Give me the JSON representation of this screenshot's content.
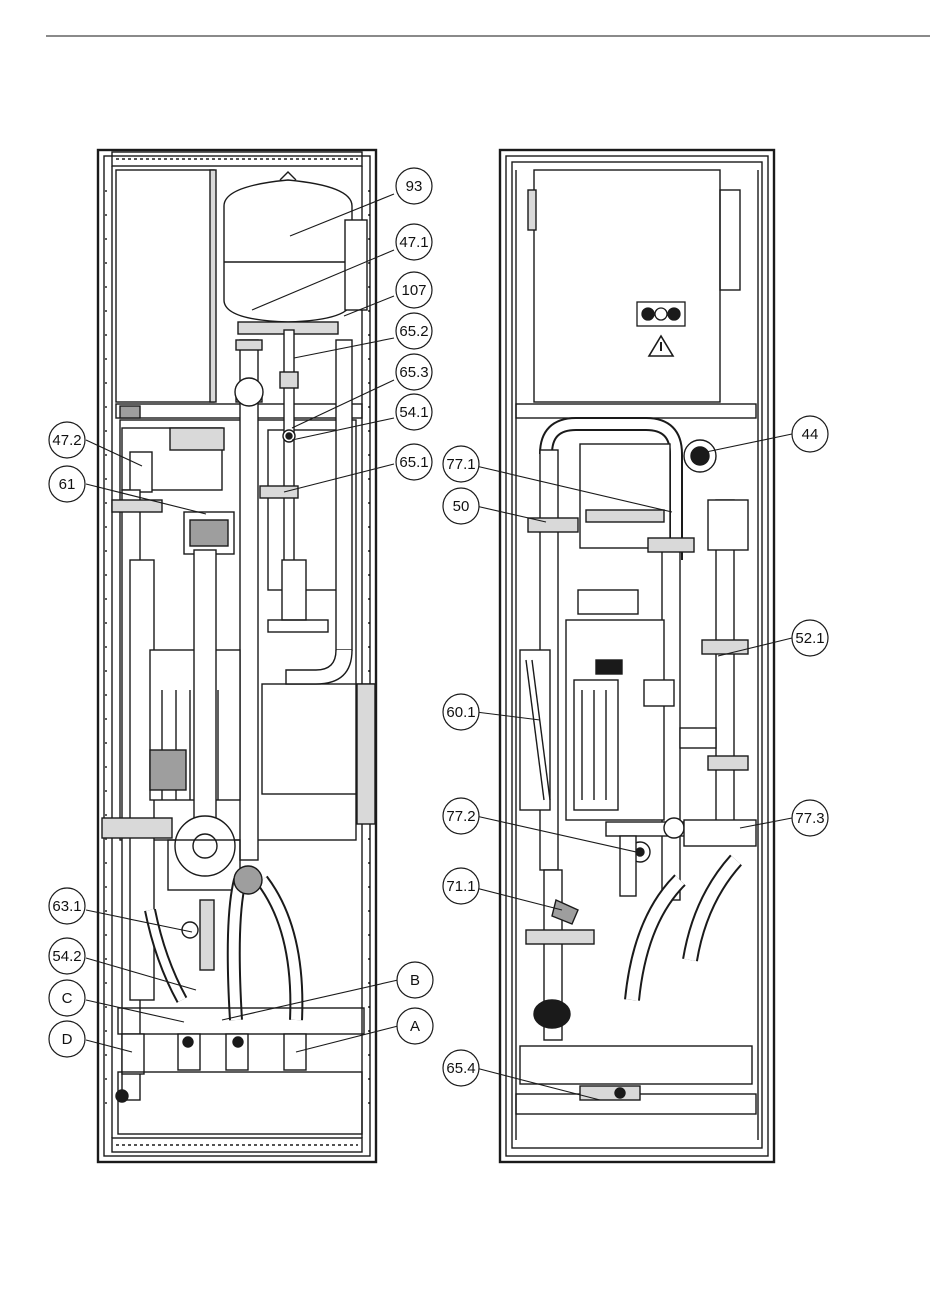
{
  "callouts": {
    "c93": "93",
    "c47_1": "47.1",
    "c107": "107",
    "c65_2": "65.2",
    "c65_3": "65.3",
    "c54_1": "54.1",
    "c65_1": "65.1",
    "c47_2": "47.2",
    "c61": "61",
    "c63_1": "63.1",
    "c54_2": "54.2",
    "cC": "C",
    "cD": "D",
    "cB": "B",
    "cA": "A",
    "c44": "44",
    "c77_1": "77.1",
    "c50": "50",
    "c52_1": "52.1",
    "c60_1": "60.1",
    "c77_2": "77.2",
    "c77_3": "77.3",
    "c71_1": "71.1",
    "c65_4": "65.4"
  },
  "symbols": {
    "warning": "warning-triangle-icon",
    "terminals": "terminal-block-icon"
  },
  "colors": {
    "line": "#1a1a1a",
    "fill_light": "#d9d9d9",
    "fill_mid": "#9e9e9e",
    "background": "#ffffff"
  }
}
